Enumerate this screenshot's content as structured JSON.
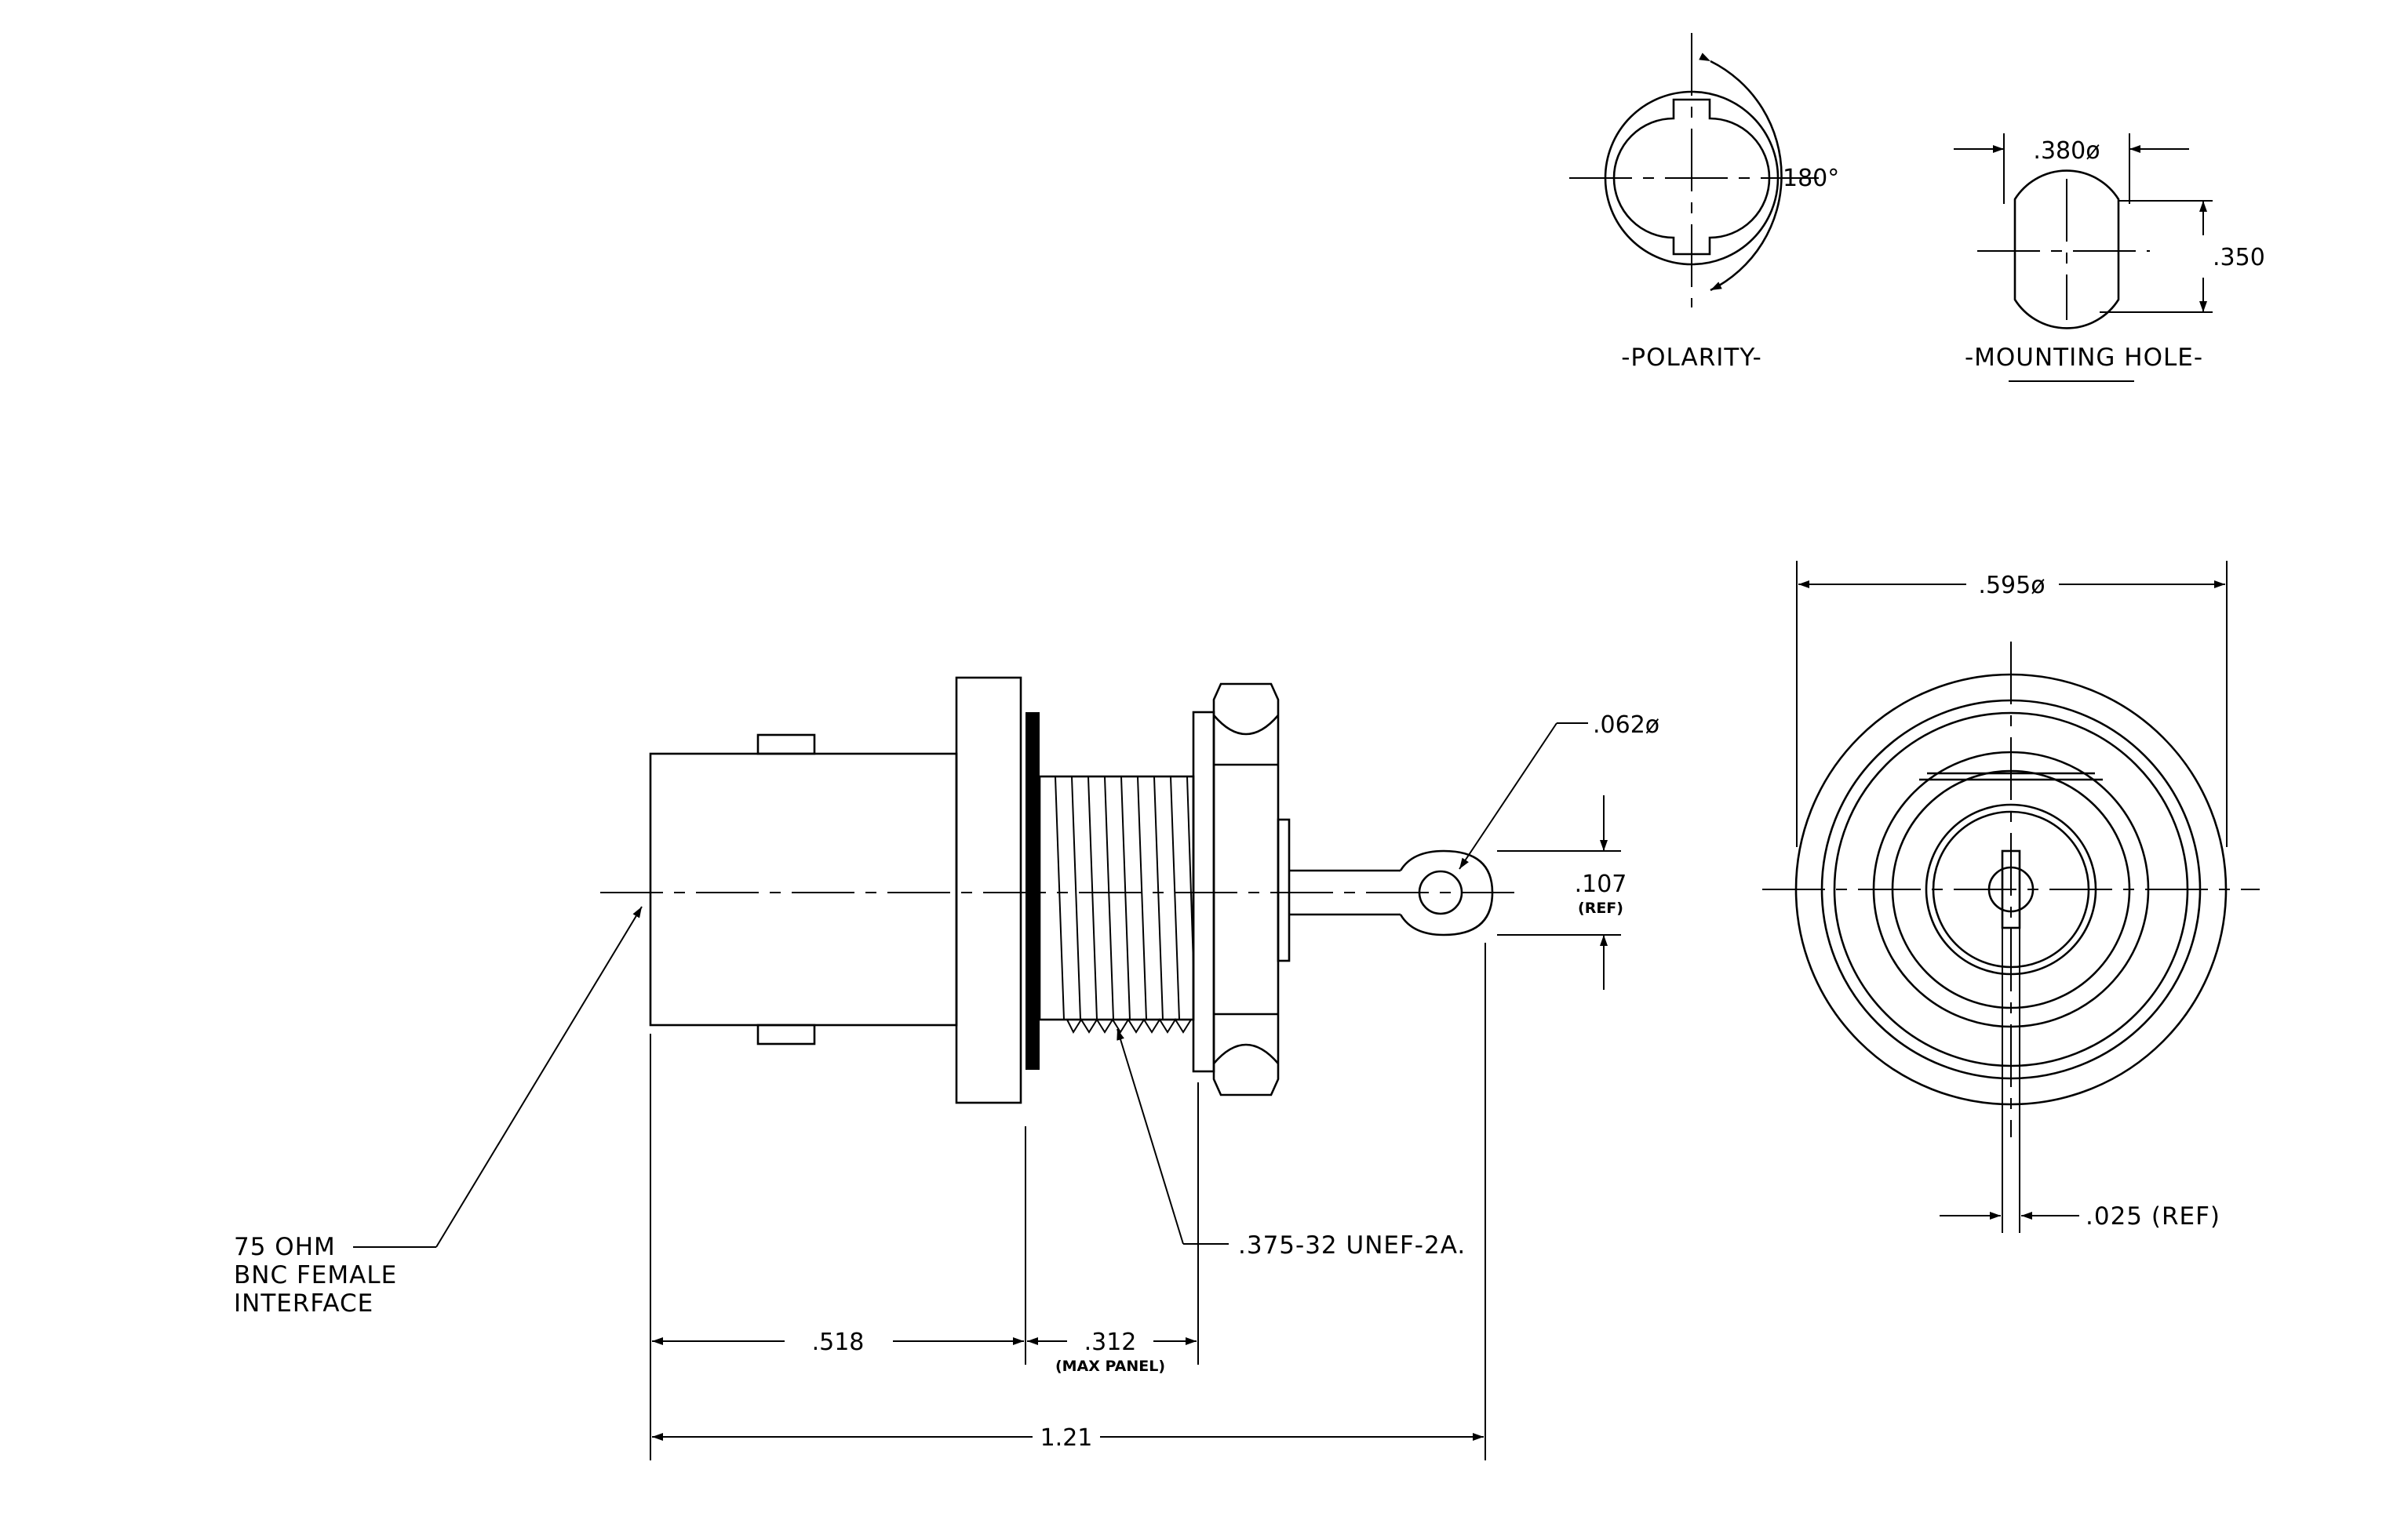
{
  "views": {
    "polarity": {
      "title": "-POLARITY-",
      "angle": "180°"
    },
    "mounting_hole": {
      "title": "-MOUNTING HOLE-",
      "width": ".380ø",
      "height": ".350"
    }
  },
  "side_view": {
    "interface_label": [
      "75 OHM",
      "BNC FEMALE",
      "INTERFACE"
    ],
    "thread": ".375-32 UNEF-2A.",
    "terminal_hole": ".062ø",
    "terminal_width": ".107",
    "terminal_width_note": "(REF)",
    "dim_front": ".518",
    "dim_panel": ".312",
    "dim_panel_note": "(MAX PANEL)",
    "dim_overall": "1.21"
  },
  "rear_view": {
    "diameter": ".595ø",
    "slot_width": ".025 (REF)"
  }
}
